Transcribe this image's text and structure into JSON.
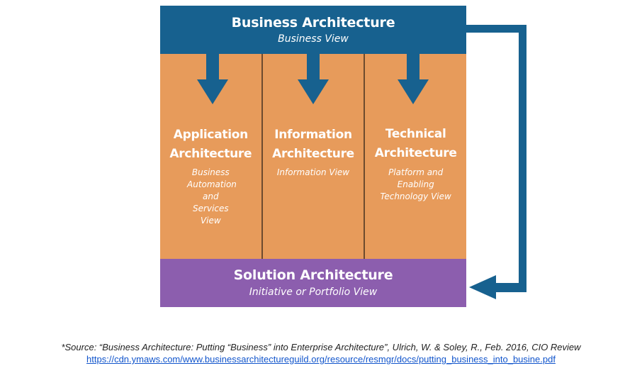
{
  "diagram": {
    "top": {
      "title": "Business Architecture",
      "subtitle": "Business View"
    },
    "columns": [
      {
        "title_line1": "Application",
        "title_line2": "Architecture",
        "subtitle": "Business Automation and Services View"
      },
      {
        "title_line1": "Information",
        "title_line2": "Architecture",
        "subtitle": "Information View"
      },
      {
        "title_line1": "Technical",
        "title_line2": "Architecture",
        "subtitle": "Platform and Enabling Technology View"
      }
    ],
    "bottom": {
      "title": "Solution Architecture",
      "subtitle": "Initiative or Portfolio View"
    },
    "colors": {
      "top": "#17618f",
      "columns": "#e79b5b",
      "bottom": "#8c5eae",
      "arrow": "#17618f"
    }
  },
  "footer": {
    "source": "*Source: “Business Architecture: Putting “Business” into Enterprise Architecture”, Ulrich, W. & Soley, R., Feb. 2016, CIO Review",
    "link": "https://cdn.ymaws.com/www.businessarchitectureguild.org/resource/resmgr/docs/putting_business_into_busine.pdf"
  }
}
